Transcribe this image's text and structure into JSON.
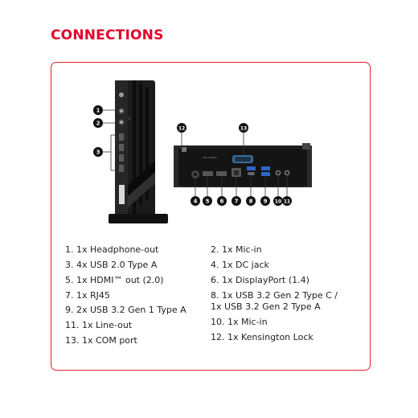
{
  "page": {
    "title": "CONNECTIONS",
    "accent": "#e4002b"
  },
  "tower": {
    "brand_label": "PRO"
  },
  "rear": {
    "brand_label": "PRO SERIES"
  },
  "callouts": [
    "1",
    "2",
    "3",
    "4",
    "5",
    "6",
    "7",
    "8",
    "9",
    "10",
    "11",
    "12",
    "13"
  ],
  "specs": [
    "1. 1x Headphone-out",
    "2. 1x Mic-in",
    "3. 4x USB 2.0 Type A",
    "4. 1x DC jack",
    "5. 1x HDMI™ out (2.0)",
    "6. 1x DisplayPort (1.4)",
    "7. 1x RJ45",
    "8. 1x USB 3.2 Gen 2 Type C / 1x USB 3.2 Gen 2 Type A",
    "9. 2x USB 3.2 Gen 1 Type A",
    "10. 1x Mic-in",
    "11. 1x Line-out",
    "12. 1x Kensington Lock",
    "13. 1x COM port"
  ]
}
